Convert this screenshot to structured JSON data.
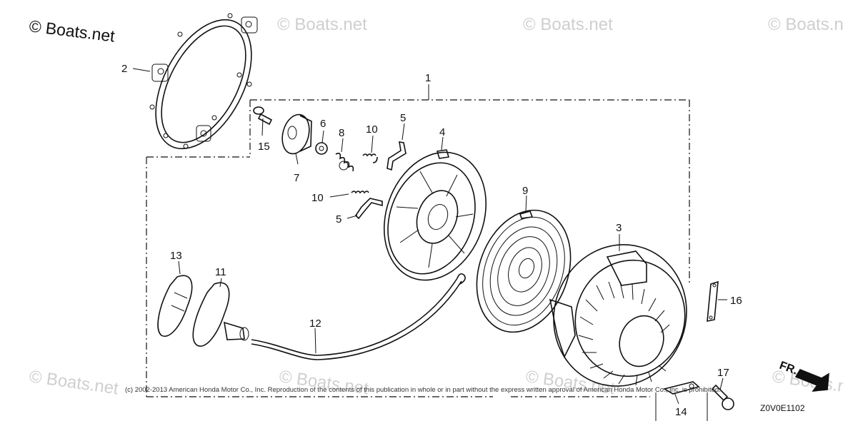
{
  "watermarks": {
    "main": "© Boats.net",
    "faint": "© Boats.net"
  },
  "callouts": {
    "p1": "1",
    "p2": "2",
    "p3": "3",
    "p4": "4",
    "p5a": "5",
    "p5b": "5",
    "p6": "6",
    "p7": "7",
    "p8": "8",
    "p9": "9",
    "p10a": "10",
    "p10b": "10",
    "p11": "11",
    "p12": "12",
    "p13": "13",
    "p14": "14",
    "p15": "15",
    "p16": "16",
    "p17": "17"
  },
  "copyright": "(c) 2002-2013 American Honda Motor Co., Inc. Reproduction of the contents of this publication in whole or in part without the express written approval of American Honda Motor Co., Inc. is prohibited.",
  "diagram_code": "Z0V0E1102",
  "direction_label": "FR."
}
